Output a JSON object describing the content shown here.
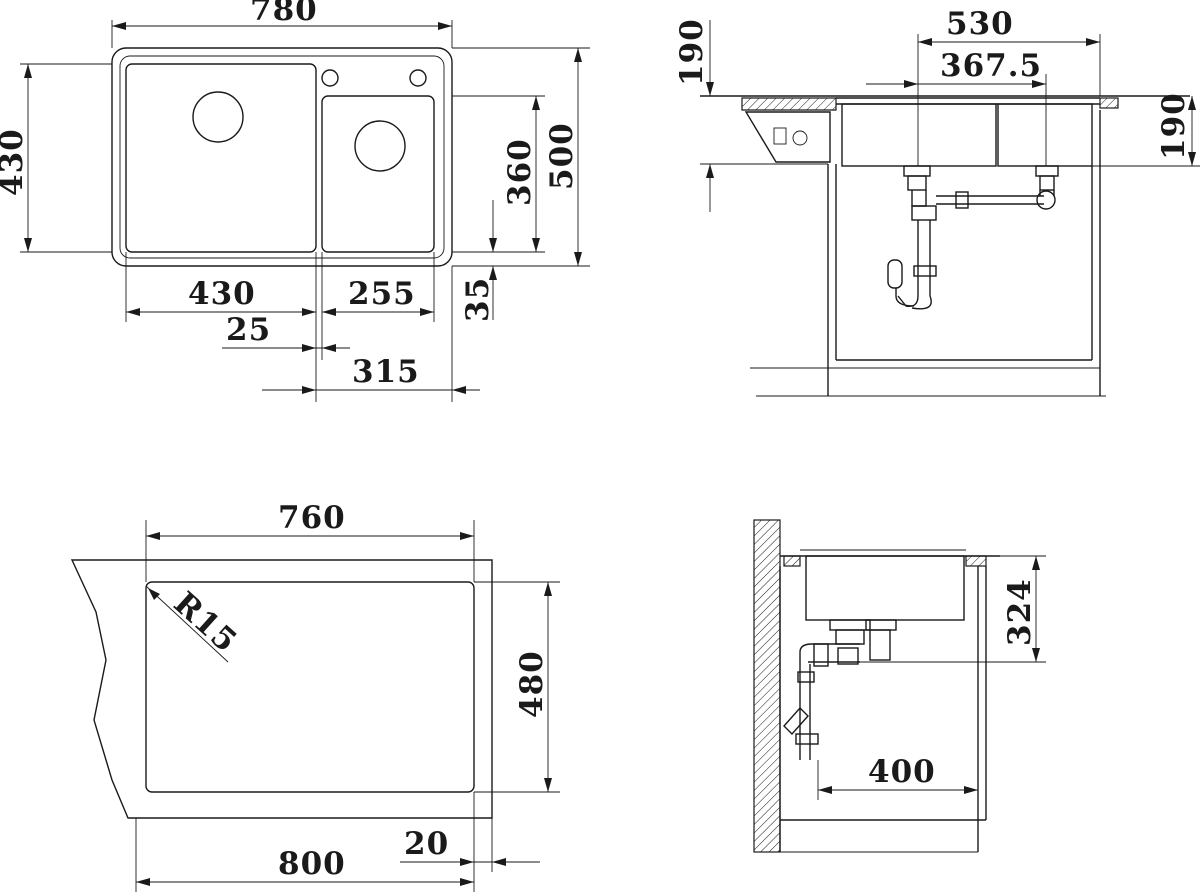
{
  "plan_view": {
    "overall_width": "780",
    "overall_depth": "430",
    "outer_depth": "500",
    "bowl_depth": "360",
    "front_margin": "35",
    "main_bowl_width": "430",
    "small_bowl_width": "255",
    "divider_offset": "25",
    "small_section": "315"
  },
  "side_view": {
    "height_left": "190",
    "width_530": "530",
    "width_367": "367.5",
    "height_right": "190"
  },
  "cutout": {
    "width_760": "760",
    "radius": "R15",
    "height_480": "480",
    "cabinet_800": "800",
    "offset_20": "20"
  },
  "section_view": {
    "height_324": "324",
    "depth_400": "400"
  }
}
